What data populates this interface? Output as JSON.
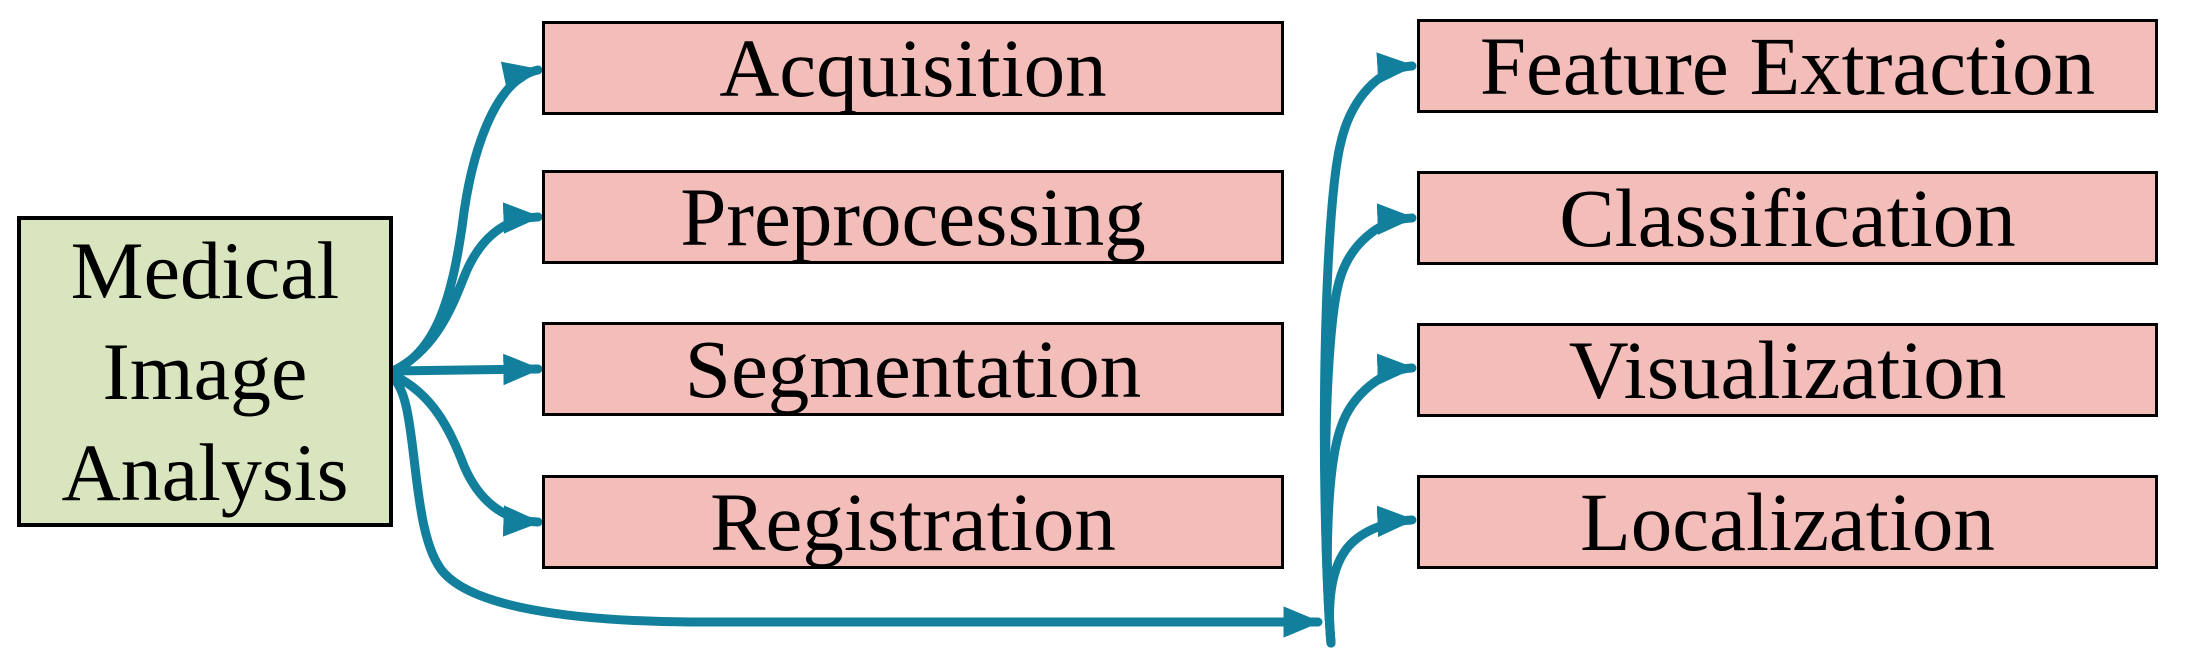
{
  "diagram": {
    "root": {
      "label": "Medical Image Analysis",
      "lines": [
        "Medical",
        "Image",
        "Analysis"
      ]
    },
    "left_column": [
      "Acquisition",
      "Preprocessing",
      "Segmentation",
      "Registration"
    ],
    "right_column": [
      "Feature Extraction",
      "Classification",
      "Visualization",
      "Localization"
    ],
    "edges": [
      {
        "from": "Medical Image Analysis",
        "to": "Acquisition"
      },
      {
        "from": "Medical Image Analysis",
        "to": "Preprocessing"
      },
      {
        "from": "Medical Image Analysis",
        "to": "Segmentation"
      },
      {
        "from": "Medical Image Analysis",
        "to": "Registration"
      },
      {
        "from": "Medical Image Analysis",
        "to": "Feature Extraction"
      },
      {
        "from": "Medical Image Analysis",
        "to": "Classification"
      },
      {
        "from": "Medical Image Analysis",
        "to": "Visualization"
      },
      {
        "from": "Medical Image Analysis",
        "to": "Localization"
      }
    ],
    "colors": {
      "root_fill": "#D9E5BF",
      "process_fill": "#F3BDBA",
      "arrow": "#12809C",
      "border": "#000000",
      "text": "#000000",
      "background": "#FFFFFF"
    }
  }
}
